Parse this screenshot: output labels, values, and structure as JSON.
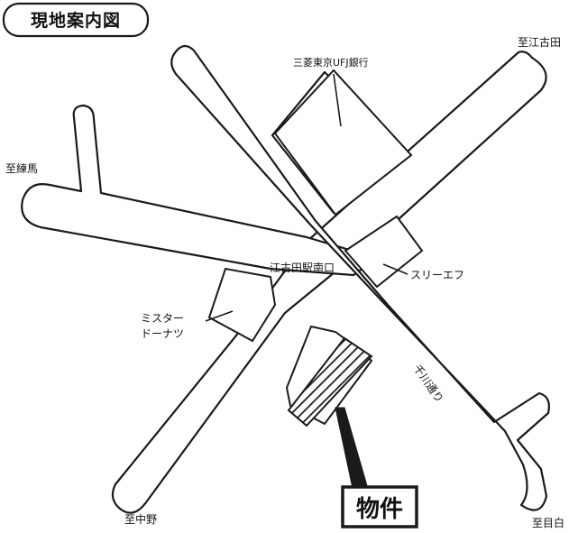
{
  "title": "現地案内図",
  "destinations": {
    "ekoda": "至江古田",
    "nerima": "至練馬",
    "nakano": "至中野",
    "mejiro": "至目白"
  },
  "landmarks": {
    "bank": "三菱東京UFJ銀行",
    "station": "江古田駅南口",
    "three_f": "スリーエフ",
    "mister_donut_line1": "ミスター",
    "mister_donut_line2": "ドーナツ",
    "street": "千川通り"
  },
  "property_label": "物件",
  "colors": {
    "ink": "#1a1a1a",
    "background": "#ffffff"
  }
}
